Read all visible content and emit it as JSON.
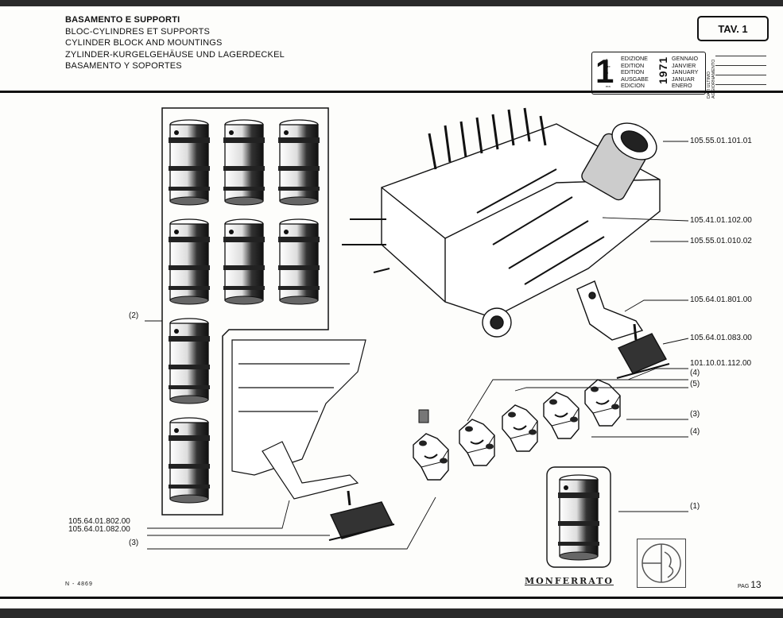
{
  "header": {
    "titles": [
      "BASAMENTO E SUPPORTI",
      "BLOC-CYLINDRES ET SUPPORTS",
      "CYLINDER BLOCK AND MOUNTINGS",
      "ZYLINDER-KURGELGEHÄUSE UND LAGERDECKEL",
      "BASAMENTO Y SOPORTES"
    ],
    "tav": "TAV. 1"
  },
  "edition": {
    "number": "1",
    "ordinals": [
      "a",
      "ère",
      "st",
      "e",
      "era"
    ],
    "labels": [
      "EDIZIONE",
      "EDITION",
      "EDITION",
      "AUSGABE",
      "EDICION"
    ],
    "year": "1971",
    "months": [
      "GENNAIO",
      "JANVIER",
      "JANUARY",
      "JANUAR",
      "ENERO"
    ],
    "vertical": [
      "DATI ULTIMO",
      "AGGIORNAMENTO"
    ]
  },
  "part_labels": [
    "105.55.01.101.01",
    "105.41.01.102.00",
    "105.55.01.010.02",
    "105.64.01.801.00",
    "105.64.01.083.00",
    "101.10.01.112.00",
    "(4)",
    "(5)",
    "(3)",
    "(4)",
    "(1)",
    "(2)",
    "105.64.01.802.00",
    "105.64.01.082.00",
    "(3)"
  ],
  "footer": {
    "code": "N - 4869",
    "brand": "MONFERRATO",
    "page_prefix": "PAG",
    "page_number": "13"
  }
}
